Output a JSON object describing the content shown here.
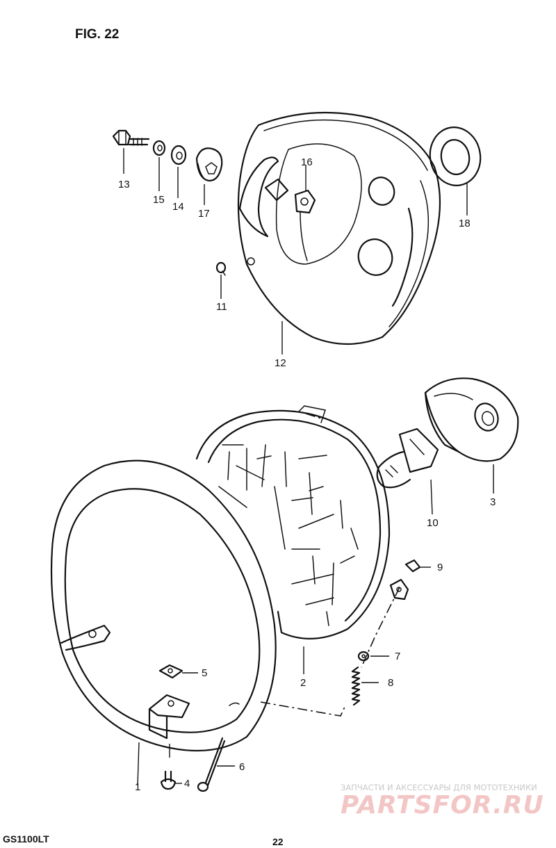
{
  "figure_title": "FIG. 22",
  "model_code": "GS1100LT",
  "page_number": "22",
  "watermark": {
    "tagline": "ЗАПЧАСТИ И АКСЕССУАРЫ ДЛЯ МОТОТЕХНИКИ",
    "brand": "PARTSFOR.RU"
  },
  "callouts": [
    {
      "id": "c1",
      "text": "1"
    },
    {
      "id": "c2",
      "text": "2"
    },
    {
      "id": "c3",
      "text": "3"
    },
    {
      "id": "c4",
      "text": "4"
    },
    {
      "id": "c5",
      "text": "5"
    },
    {
      "id": "c6",
      "text": "6"
    },
    {
      "id": "c7",
      "text": "7"
    },
    {
      "id": "c8",
      "text": "8"
    },
    {
      "id": "c9",
      "text": "9"
    },
    {
      "id": "c10",
      "text": "10"
    },
    {
      "id": "c11",
      "text": "11"
    },
    {
      "id": "c12",
      "text": "12"
    },
    {
      "id": "c13",
      "text": "13"
    },
    {
      "id": "c14",
      "text": "14"
    },
    {
      "id": "c15",
      "text": "15"
    },
    {
      "id": "c16",
      "text": "16"
    },
    {
      "id": "c17",
      "text": "17"
    },
    {
      "id": "c18",
      "text": "18"
    }
  ]
}
